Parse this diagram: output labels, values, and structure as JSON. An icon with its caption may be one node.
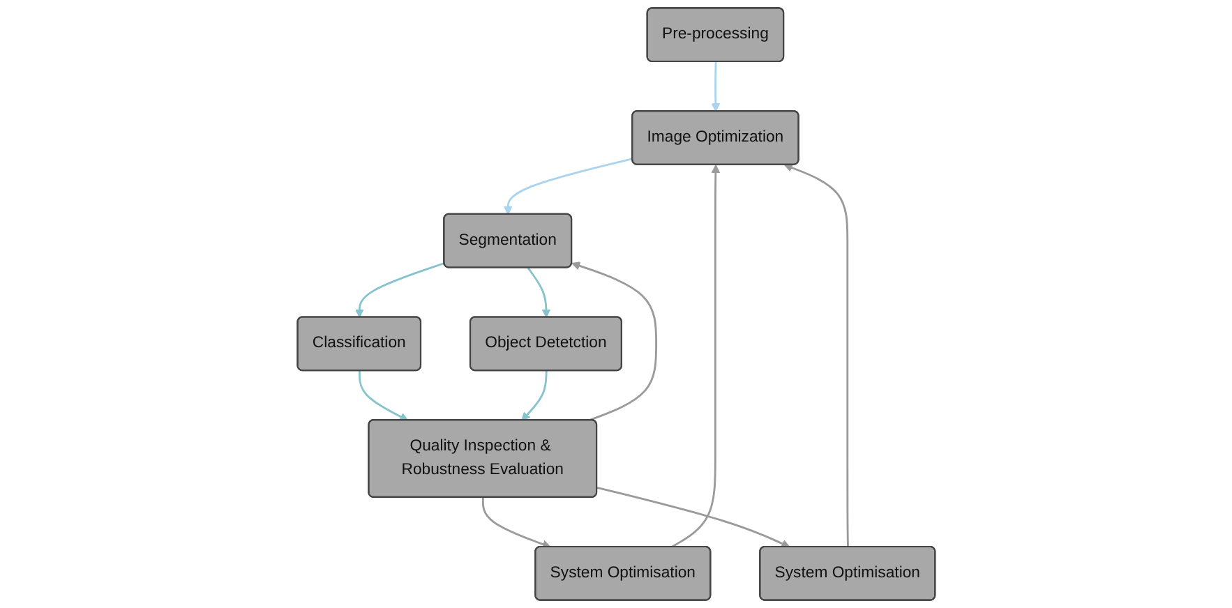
{
  "diagram": {
    "nodes": [
      {
        "text": [
          "Pre-processing"
        ]
      },
      {
        "text": [
          "Image Optimization"
        ]
      },
      {
        "text": [
          "Segmentation"
        ]
      },
      {
        "text": [
          "Classification"
        ]
      },
      {
        "text": [
          "Object Detetction"
        ]
      },
      {
        "text": [
          "System Optimisation"
        ]
      },
      {
        "text": [
          "Quality Inspection & Robustness Evaluation"
        ]
      },
      {
        "text": [
          "System Optimisation"
        ]
      }
    ],
    "edges": [
      {
        "from": 0,
        "to": 1,
        "arrow": "to",
        "color": "#a9d3ee"
      },
      {
        "from": 1,
        "to": 2,
        "arrow": "to",
        "color": "#a9d3ee"
      },
      {
        "from": 2,
        "to": 3,
        "arrow": "to",
        "color": "#86c3cc"
      },
      {
        "from": 2,
        "to": 4,
        "arrow": "to",
        "color": "#86c3cc"
      },
      {
        "from": 3,
        "to": 6,
        "arrow": "to",
        "color": "#86c3cc"
      },
      {
        "from": 4,
        "to": 6,
        "arrow": "to",
        "color": "#86c3cc"
      },
      {
        "from": 6,
        "to": 2,
        "arrow": "to"
      },
      {
        "from": 6,
        "to": 5,
        "arrow": "to"
      },
      {
        "from": 5,
        "to": 1,
        "arrow": "to"
      },
      {
        "from": 6,
        "to": 7,
        "arrow": "to"
      },
      {
        "from": 7,
        "to": 1,
        "arrow": "to"
      }
    ]
  }
}
